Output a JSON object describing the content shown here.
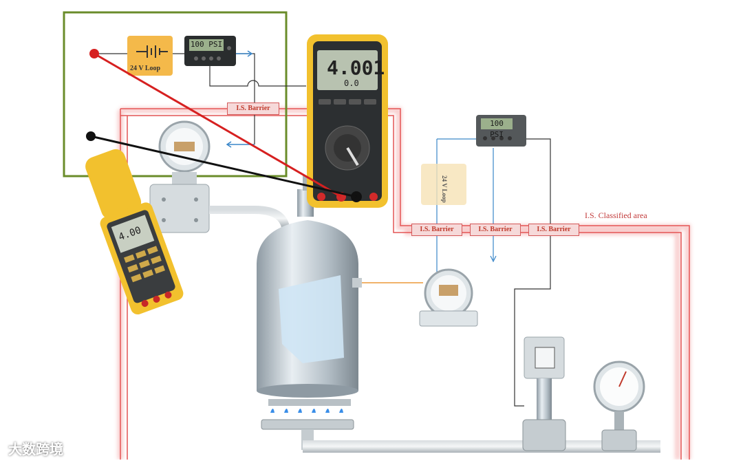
{
  "loop_box": {
    "supply_label": "24 V Loop",
    "display_value": "100 PSI"
  },
  "barriers": [
    "I.S. Barrier",
    "I.S. Barrier",
    "I.S. Barrier",
    "I.S. Barrier"
  ],
  "classified_area_label": "I.S. Classified area",
  "right_loop": {
    "supply_label": "24 V Loop",
    "display_value": "100 PSI"
  },
  "multimeter": {
    "reading": "4.001",
    "sub_reading": "0.0"
  },
  "clamp_meter": {
    "reading": "4.00"
  },
  "watermark": "大数跨境",
  "colors": {
    "loop_box": "#6a8c2a",
    "is_wire": "#e45454",
    "meter_yellow": "#f2c12e",
    "signal_wire": "#3a86c8",
    "probe_red": "#d62020",
    "probe_black": "#111111"
  }
}
